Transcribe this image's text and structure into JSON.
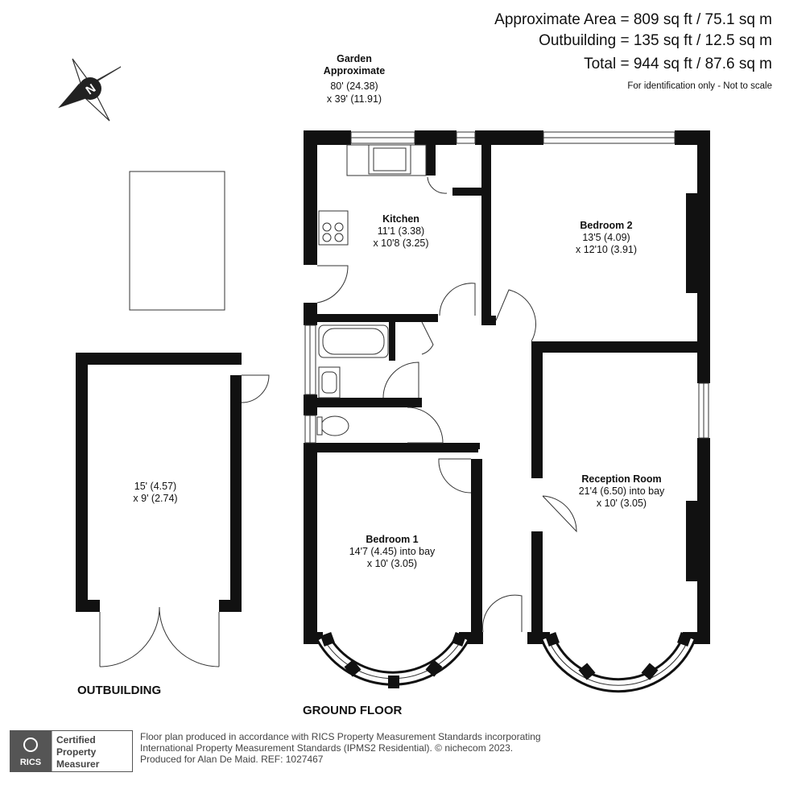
{
  "areas": {
    "approximate": "Approximate Area = 809 sq ft / 75.1 sq m",
    "outbuilding": "Outbuilding = 135 sq ft / 12.5 sq m",
    "total": "Total = 944 sq ft / 87.6 sq m",
    "note": "For identification only - Not to scale"
  },
  "compass": {
    "icon": "compass-icon",
    "letter": "N"
  },
  "garden": {
    "name": "Garden",
    "line2": "Approximate",
    "dim1": "80' (24.38)",
    "dim2": "x 39' (11.91)"
  },
  "rooms": {
    "kitchen": {
      "name": "Kitchen",
      "dim1": "11'1 (3.38)",
      "dim2": "x 10'8 (3.25)"
    },
    "bedroom2": {
      "name": "Bedroom 2",
      "dim1": "13'5 (4.09)",
      "dim2": "x 12'10 (3.91)"
    },
    "reception": {
      "name": "Reception Room",
      "dim1": "21'4 (6.50) into bay",
      "dim2": "x 10' (3.05)"
    },
    "bedroom1": {
      "name": "Bedroom 1",
      "dim1": "14'7 (4.45) into bay",
      "dim2": "x 10' (3.05)"
    },
    "outbuilding": {
      "dim1": "15' (4.57)",
      "dim2": "x 9' (2.74)"
    }
  },
  "floors": {
    "outbuilding": "OUTBUILDING",
    "ground": "GROUND FLOOR"
  },
  "badge": {
    "org": "RICS",
    "line1": "Certified",
    "line2": "Property",
    "line3": "Measurer"
  },
  "footer": {
    "line1": "Floor plan produced in accordance with RICS Property Measurement Standards incorporating",
    "line2": "International Property Measurement Standards (IPMS2 Residential).   © nichecom 2023.",
    "line3": "Produced for Alan De Maid.   REF: 1027467"
  },
  "colors": {
    "wall": "#111111",
    "text": "#111111",
    "footer": "#444444"
  }
}
